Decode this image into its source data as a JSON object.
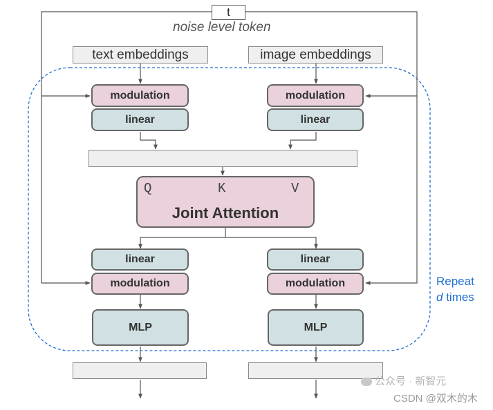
{
  "token": {
    "symbol": "t",
    "caption": "noise level token"
  },
  "inputs": {
    "text": "text embeddings",
    "image": "image embeddings"
  },
  "blocks": {
    "modulation": "modulation",
    "linear": "linear",
    "mlp": "MLP"
  },
  "attention": {
    "q": "Q",
    "k": "K",
    "v": "V",
    "title": "Joint Attention"
  },
  "repeat": {
    "line1": "Repeat",
    "line2_var": "d",
    "line2_text": " times"
  },
  "watermark": {
    "line1": "公众号 · 新智元",
    "line2": "CSDN @双木的木"
  },
  "colors": {
    "modulation": "#ead1dc",
    "linear": "#d0e0e3",
    "repeat_border": "#1f6fd1",
    "bar": "#efefef"
  }
}
